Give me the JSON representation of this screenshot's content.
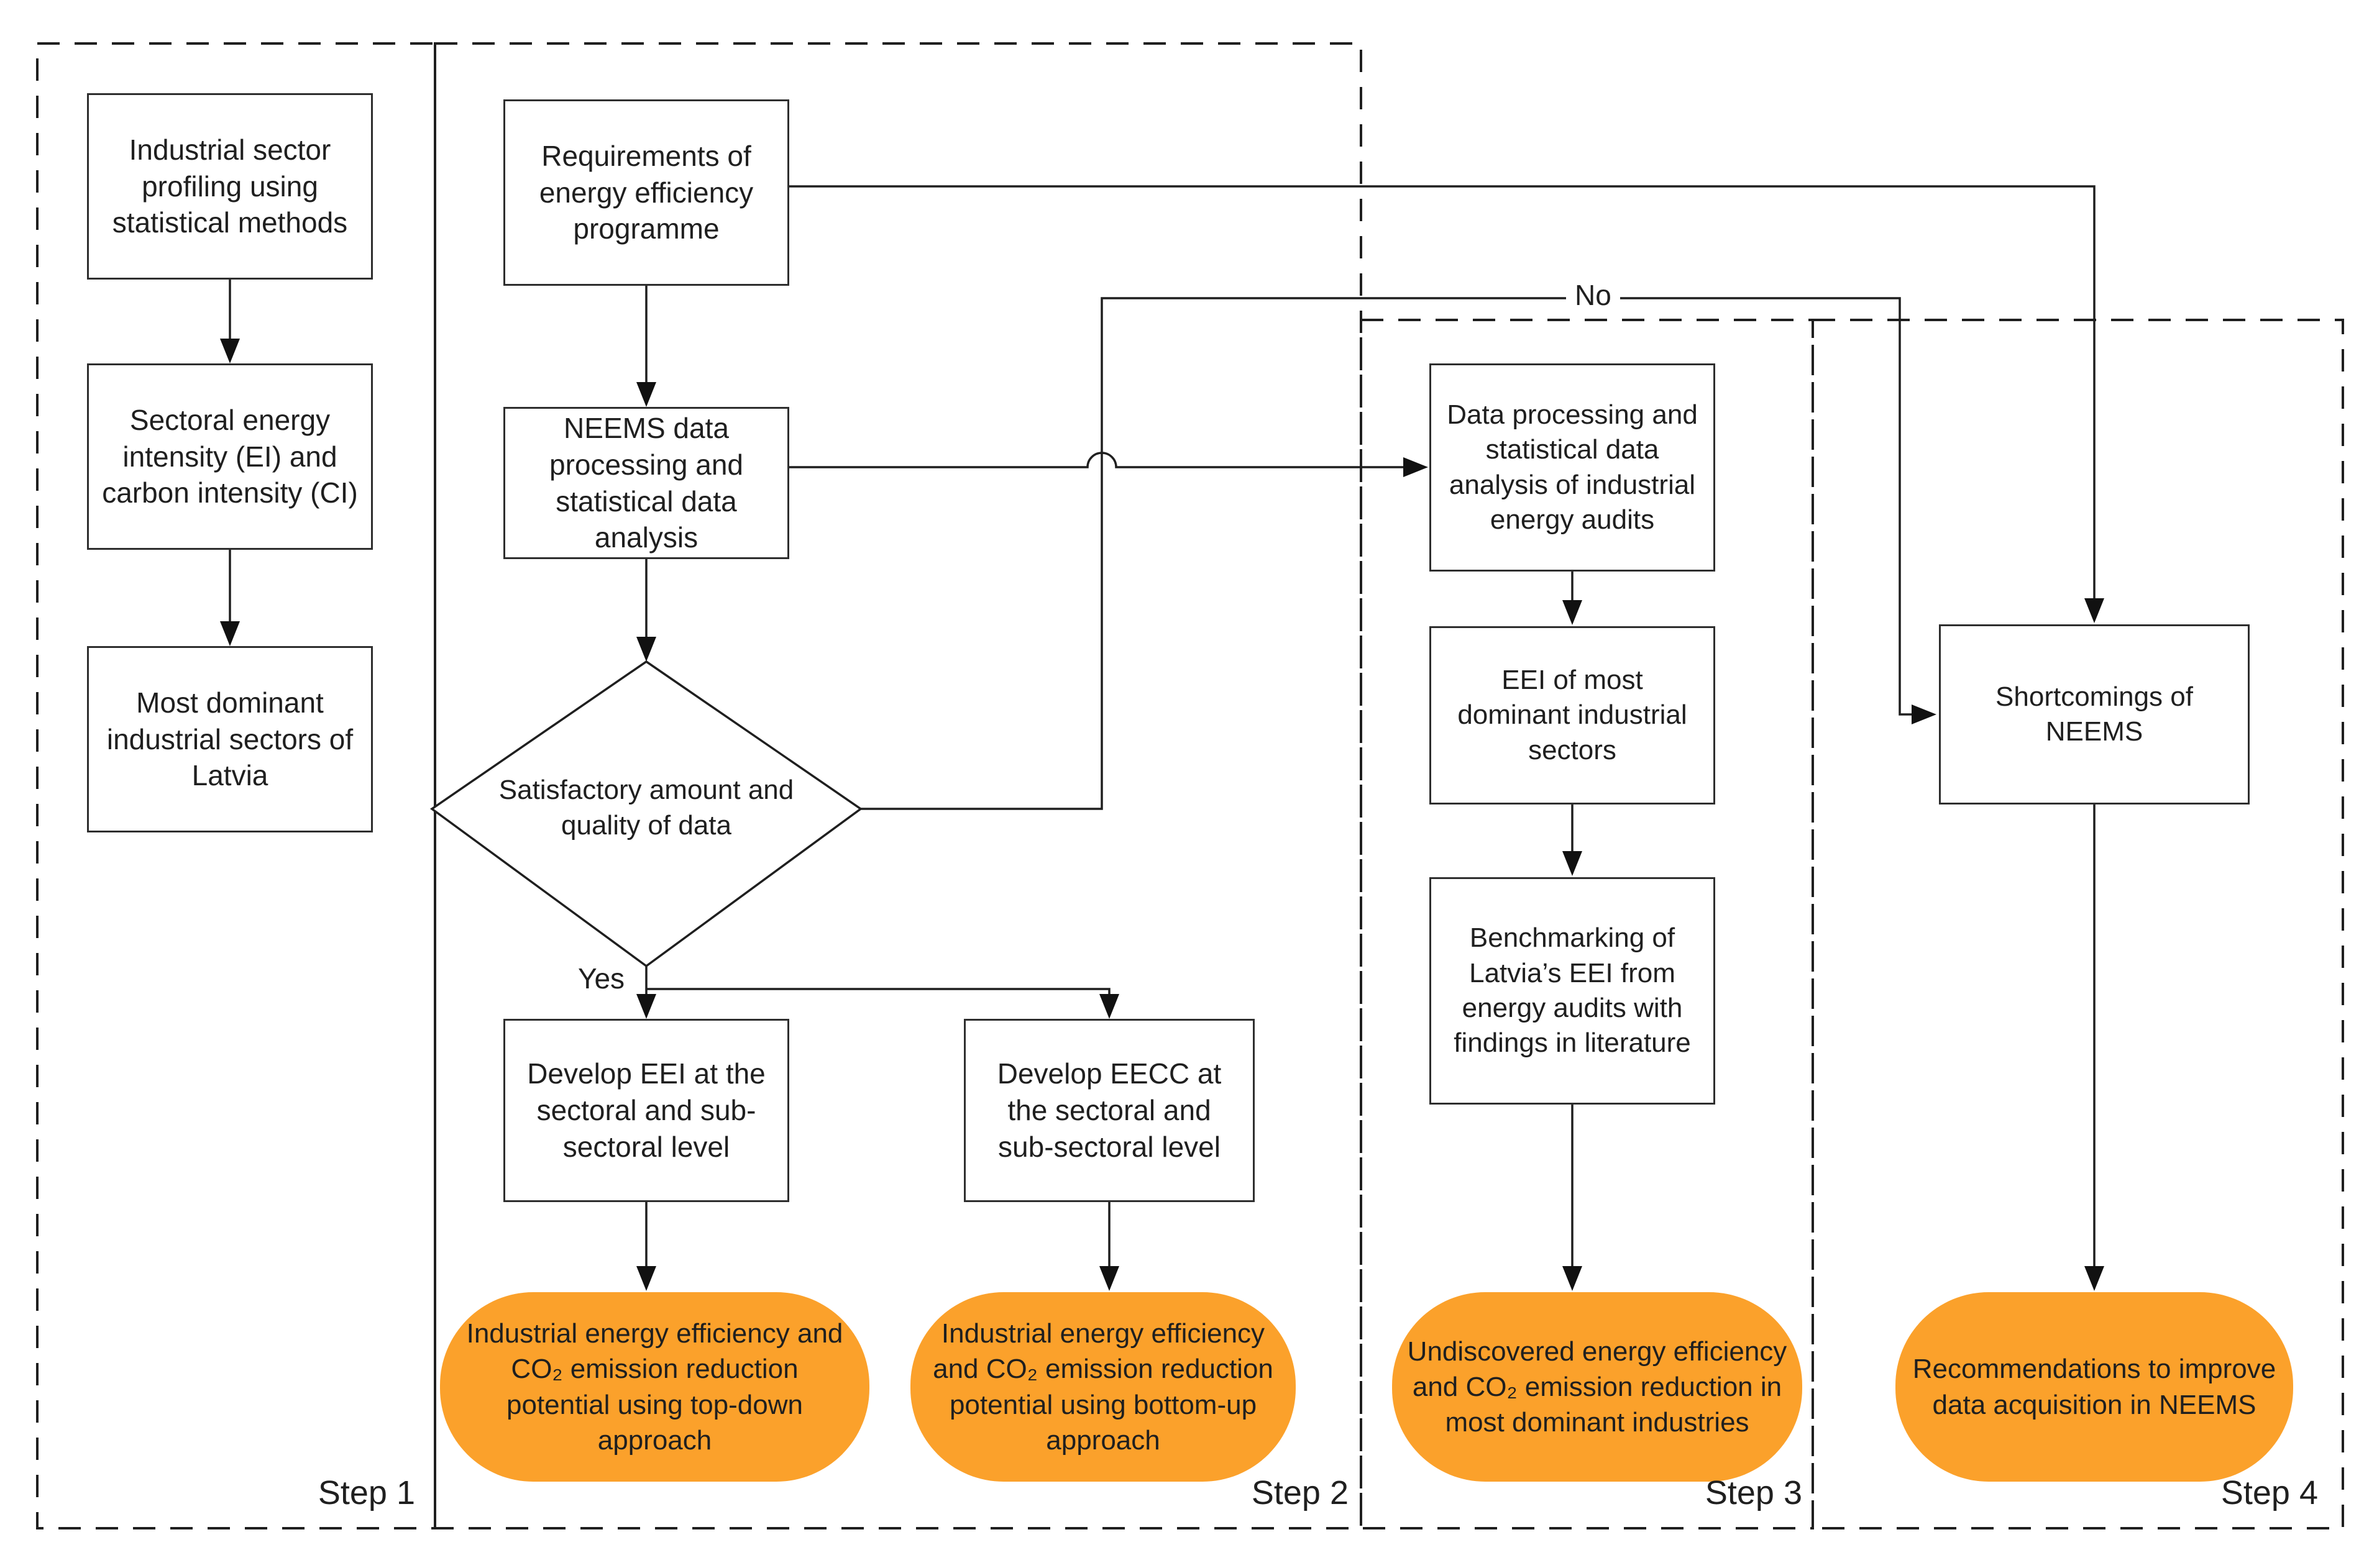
{
  "colors": {
    "terminal_orange": "#FBA12B",
    "line_black": "#1f1f1f",
    "box_border": "#2e2e2e"
  },
  "steps": [
    {
      "label": "Step 1"
    },
    {
      "label": "Step 2"
    },
    {
      "label": "Step 3"
    },
    {
      "label": "Step 4"
    }
  ],
  "nodes": {
    "b1": {
      "text": "Industrial sector profiling using statistical methods"
    },
    "b2": {
      "text": "Sectoral energy intensity (EI) and carbon intensity (CI)"
    },
    "b3": {
      "text": "Most dominant industrial sectors of Latvia"
    },
    "req": {
      "text": "Requirements of energy efficiency programme"
    },
    "neems": {
      "text": "NEEMS data processing and statistical data analysis"
    },
    "decision": {
      "text": "Satisfactory amount and quality of data"
    },
    "eei": {
      "text": "Develop EEI at the sectoral and sub-sectoral level"
    },
    "eecc": {
      "text": "Develop EECC at the sectoral and sub-sectoral level"
    },
    "orange1": {
      "text": "Industrial energy efficiency and CO₂ emission reduction potential using top-down approach"
    },
    "orange2": {
      "text": "Industrial energy efficiency and CO₂ emission reduction potential using bottom-up approach"
    },
    "c1": {
      "text": "Data processing and statistical data analysis of industrial energy audits"
    },
    "c2": {
      "text": "EEI of most dominant industrial sectors"
    },
    "c3": {
      "text": "Benchmarking of Latvia’s EEI from energy audits with findings in literature"
    },
    "orange3": {
      "text": "Undiscovered energy efficiency and CO₂ emission reduction in most dominant industries"
    },
    "shortcomings": {
      "text": "Shortcomings of NEEMS"
    },
    "orange4": {
      "text": "Recommendations to improve data acquisition in NEEMS"
    }
  },
  "branch_labels": {
    "yes": "Yes",
    "no": "No"
  }
}
